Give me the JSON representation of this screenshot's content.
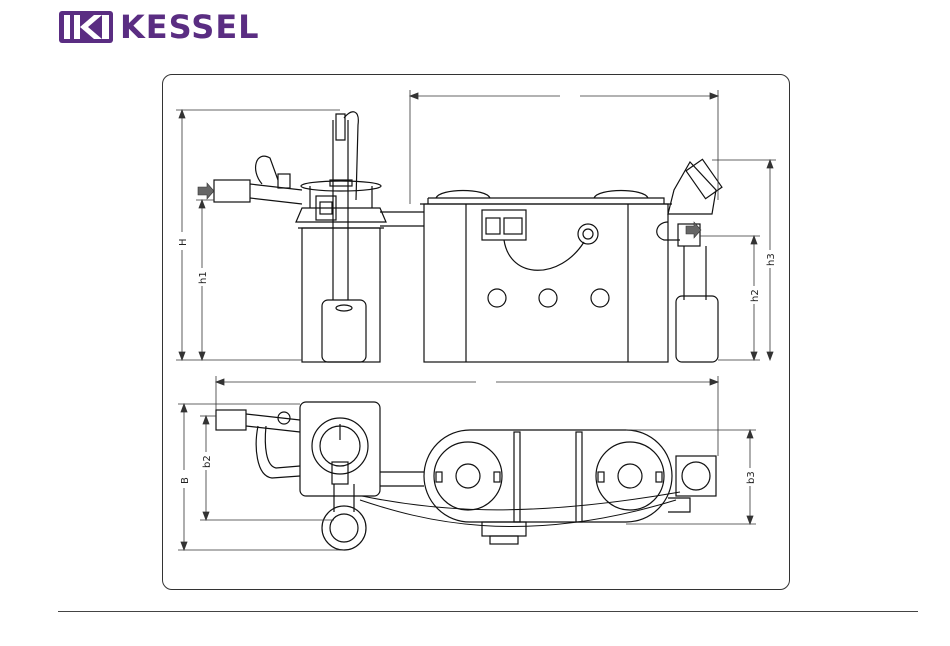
{
  "brand": {
    "name": "KESSEL",
    "color": "#5a2d82"
  },
  "dimensions": {
    "H": "H",
    "h1": "h1",
    "h2": "h2",
    "h3": "h3",
    "B": "B",
    "b2": "b2",
    "b3": "b3"
  },
  "icons": [
    "kessel-logo-icon",
    "inlet-arrow-icon",
    "outlet-arrow-icon"
  ]
}
